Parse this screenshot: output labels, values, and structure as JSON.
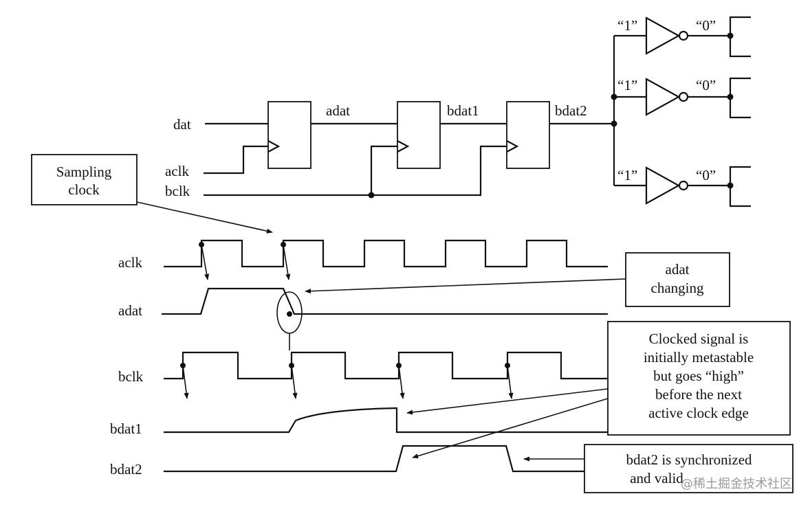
{
  "schematic": {
    "inputs": {
      "dat": "dat",
      "aclk": "aclk",
      "bclk": "bclk"
    },
    "nets": {
      "adat": "adat",
      "bdat1": "bdat1",
      "bdat2": "bdat2"
    },
    "inverters": [
      {
        "in_label": "“1”",
        "out_label": "“0”"
      },
      {
        "in_label": "“1”",
        "out_label": "“0”"
      },
      {
        "in_label": "“1”",
        "out_label": "“0”"
      }
    ]
  },
  "waveforms": {
    "labels": {
      "aclk": "aclk",
      "adat": "adat",
      "bclk": "bclk",
      "bdat1": "bdat1",
      "bdat2": "bdat2"
    }
  },
  "callouts": {
    "sampling_clock": [
      "Sampling",
      "clock"
    ],
    "adat_changing": [
      "adat",
      "changing"
    ],
    "metastable": [
      "Clocked signal is",
      "initially metastable",
      "but goes “high”",
      "before the next",
      "active clock edge"
    ],
    "synchronized": [
      "bdat2 is synchronized",
      "and valid"
    ]
  },
  "watermark": "@稀土掘金技术社区"
}
